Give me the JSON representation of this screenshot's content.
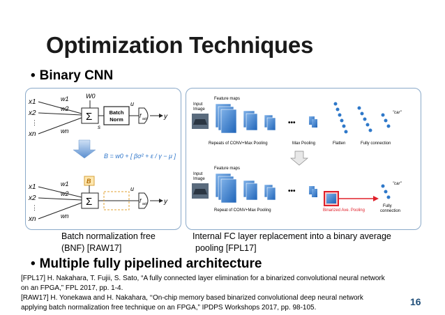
{
  "slide": {
    "title": "Optimization Techniques",
    "bullet1": "Binary CNN",
    "bullet2": "Multiple fully pipelined architecture",
    "page_number": "16"
  },
  "left_panel": {
    "caption_line1": "Batch normalization free",
    "caption_line2": "(BNF) [RAW17]",
    "top": {
      "inputs": [
        "x1",
        "x2",
        "xn"
      ],
      "weights": [
        "w1",
        "w2",
        "wn"
      ],
      "bias": "W0",
      "sum_symbol": "Σ",
      "s": "s",
      "batch_norm_line1": "Batch",
      "batch_norm_line2": "Norm",
      "u": "u",
      "f_act": "f",
      "f_act_sub": "act",
      "y": "y"
    },
    "formula": "B = w0 + [ βσ² + ε / γ − μ ]",
    "bottom": {
      "inputs": [
        "x1",
        "x2",
        "xn"
      ],
      "weights": [
        "w1",
        "w2",
        "wn"
      ],
      "bias": "B",
      "sum_symbol": "Σ",
      "u": "u",
      "f_act": "f",
      "f_act_sub": "act",
      "y": "y"
    }
  },
  "right_panel": {
    "caption_line1": "Internal FC layer replacement into a binary average",
    "caption_line2": "pooling [FPL17]",
    "top": {
      "input_label_1": "Input",
      "input_label_2": "Image",
      "feature_maps": "Feature maps",
      "ellipsis": "•••",
      "repeats": "Repeats of CONV+Max Pooling",
      "max_pooling": "Max Pooling",
      "flatten": "Flatten",
      "fully": "Fully connection",
      "output": "\"car\""
    },
    "bottom": {
      "input_label_1": "Input",
      "input_label_2": "Image",
      "feature_maps": "Feature maps",
      "ellipsis": "•••",
      "repeats": "Repeat of CONV+Max Pooling",
      "binarized": "Binarized Ave. Pooling",
      "fully_1": "Fully",
      "fully_2": "connection",
      "output": "\"car\""
    }
  },
  "references": {
    "line1": "[FPL17] H. Nakahara, T. Fujii, S. Sato, “A fully connected layer elimination for a binarized convolutional neural network",
    "line2": "on an FPGA,” FPL 2017, pp. 1-4.",
    "line3": "[RAW17] H. Yonekawa and H. Nakahara, ‘‘On-chip memory based binarized convolutional deep neural network",
    "line4": "applying batch normalization free technique on an FPGA,” IPDPS Workshops 2017, pp. 98-105."
  },
  "colors": {
    "accent": "#1f4e79",
    "panel_border": "#8aa9c9",
    "feature_map": "#2e78c9",
    "binarized": "#e0202a"
  }
}
